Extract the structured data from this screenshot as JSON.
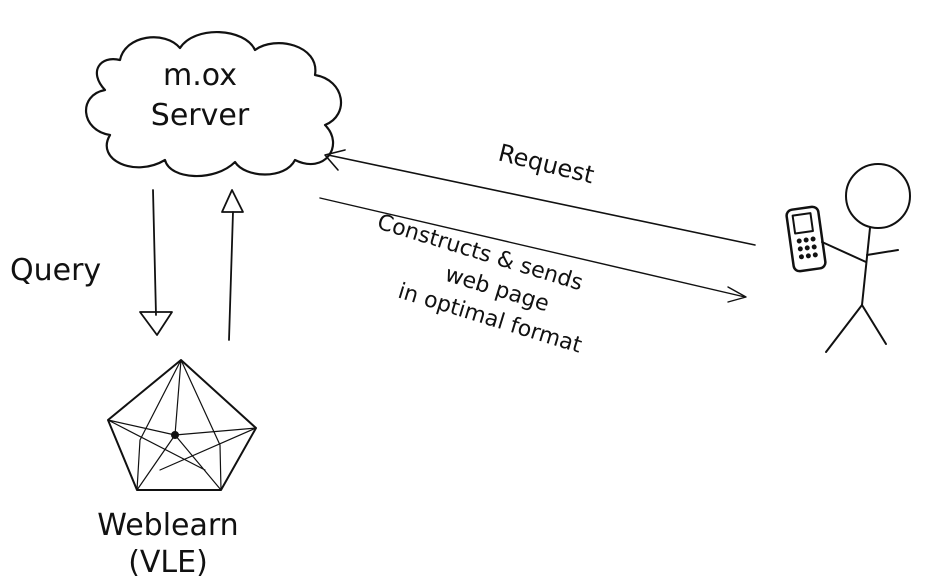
{
  "server": {
    "line1": "m.ox",
    "line2": "Server"
  },
  "query_label": "Query",
  "request_label": "Request",
  "response_label": {
    "line1": "Constructs & sends",
    "line2": "web page",
    "line3": "in optimal format"
  },
  "vle": {
    "name": "Weblearn",
    "type": "(VLE)"
  }
}
